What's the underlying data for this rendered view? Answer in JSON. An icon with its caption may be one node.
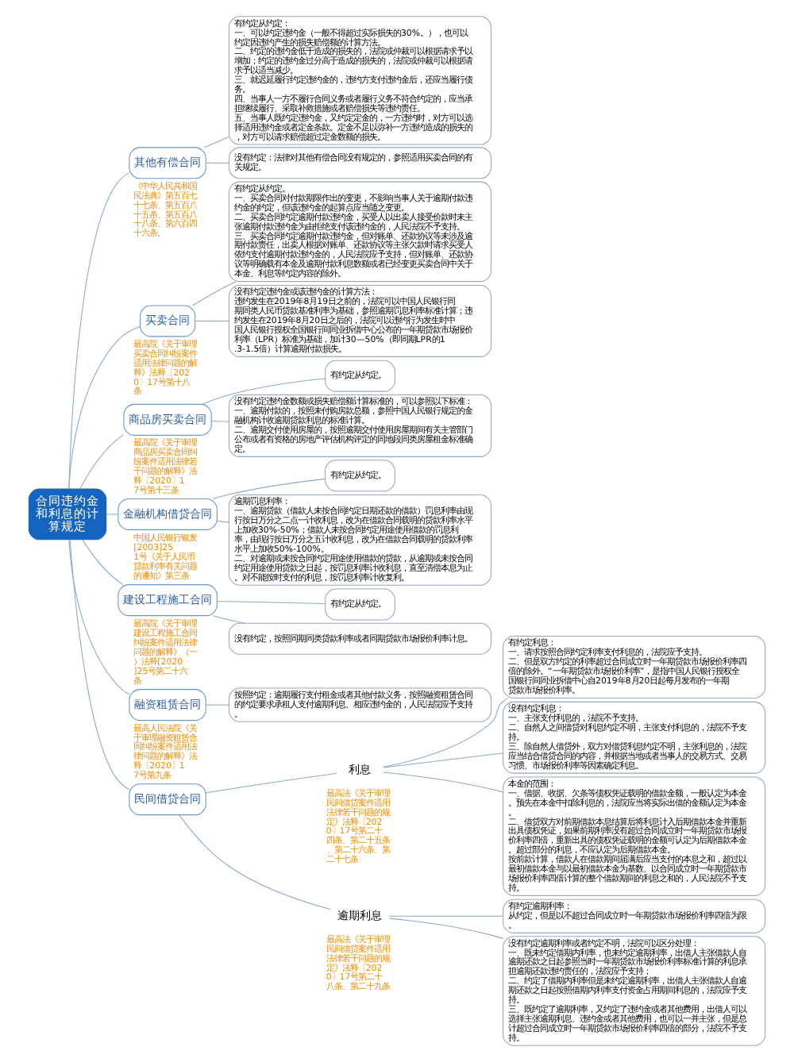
{
  "diagram": {
    "nodes": [
      {
        "text": [
          "合同违约金和利息的计算规定"
        ]
      },
      {
        "text": [
          "其他有偿合同"
        ],
        "beside": [
          "《中华人民共和国民法典》第五百七十七条、第五百八十五条、第五百八十八条、第六百四十六条。"
        ]
      },
      {
        "text": [
          "有约定从约定：",
          "一、可以约定违约金（一般不得超过实际损失的30%。），也可以约定因违约产生的损失赔偿额的计算方法。",
          "二、约定的违约金低于造成的损失的，法院或仲裁可以根据请求予以增加；约定的违约金过分高于造成的损失的，法院或仲裁可以根据请求予以适当减少。",
          "三、就迟延履行约定违约金的，违约方支付违约金后，还应当履行债务。",
          "四、当事人一方不履行合同义务或者履行义务不符合约定的，应当承担继续履行、采取补救措施或者赔偿损失等违约责任。",
          "五、当事人既约定违约金，又约定定金的，一方违约时，对方可以选择适用违约金或者定金条款。定金不足以弥补一方违约造成的损失的，对方可以请求赔偿超过定金数额的损失。"
        ]
      },
      {
        "text": [
          "没有约定：法律对其他有偿合同没有规定的，参照适用买卖合同的有关规定。"
        ]
      },
      {
        "text": [
          "买卖合同"
        ],
        "beside": [
          "最高院《关于审理买卖合同纠纷案件适用法律问题的解释》法释〔2020〕17号第十八条"
        ]
      },
      {
        "text": [
          "有约定从约定。",
          "一、买卖合同对付款期限作出的变更，不影响当事人关于逾期付款违约金的约定，但该违约金的起算点应当随之变更。",
          "二、买卖合同约定逾期付款违约金，买受人以出卖人接受价款时未主张逾期付款违约金为由拒绝支付该违约金的，人民法院不予支持。",
          "三、买卖合同约定逾期付款违约金，但对账单、还款协议等未涉及逾期付款责任，出卖人根据对账单、还款协议等主张欠款时请求买受人依约支付逾期付款违约金的，人民法院应予支持，但对账单、还款协议等明确载有本金及逾期付款利息数额或者已经变更买卖合同中关于本金、利息等约定内容的除外。"
        ]
      },
      {
        "text": [
          "没有约定违约金或该违约金的计算方法：",
          "违约发生在2019年8月19日之前的，法院可以中国人民银行同期同类人民币贷款基准利率为基础，参照逾期罚息利率标准计算；违约发生在2019年8月20日之后的，法院可以违约行为发生时中国人民银行授权全国银行间同业拆借中心公布的一年期贷款市场报价利率（LPR）标准为基础，加计30—50%（即同期LPR的1.3-1.5倍）计算逾期付款损失。"
        ]
      },
      {
        "text": [
          "商品房买卖合同"
        ],
        "beside": [
          "最高院《关于审理商品房买卖合同纠纷案件适用法律若干问题的解释》法释〔2020〕17号第十三条"
        ]
      },
      {
        "text": [
          "有约定从约定。"
        ]
      },
      {
        "text": [
          "没有约定违约金数额或损失赔偿额计算标准的，可以参照以下标准：",
          "一、逾期付款的，按照未付购房款总额，参照中国人民银行规定的金融机构计收逾期贷款利息的标准计算。",
          "二、逾期交付使用房屋的，按照逾期交付使用房屋期间有关主管部门公布或者有资格的房地产评估机构评定的同地段同类房屋租金标准确定。"
        ]
      },
      {
        "text": [
          "金融机构借贷合同"
        ],
        "beside": [
          "中国人民银行银发[2003]251号《关于人民币贷款利率有关问题的通知》第三条"
        ]
      },
      {
        "text": [
          "有约定从约定。"
        ]
      },
      {
        "text": [
          "逾期罚息利率：",
          "一、逾期贷款（借款人未按合同约定日期还款的借款）罚息利率由现行按日万分之二点一计收利息，改为在借款合同载明的贷款利率水平上加收30%-50%；借款人未按合同约定用途使用借款的罚息利率，由现行按日万分之五计收利息，改为在借款合同载明的贷款利率水平上加收50%-100%。",
          "二、对逾期或未按合同约定用途使用借款的贷款，从逾期或未按合同约定用途使用贷款之日起，按罚息利率计收利息，直至清偿本息为止。对不能按时支付的利息，按罚息利率计收复利。"
        ]
      },
      {
        "text": [
          "建设工程施工合同"
        ],
        "beside": [
          "最高院《关于审理建设工程施工合同纠纷案件适用法律问题的解释》（一）法释[2020]25号第二十六条"
        ]
      },
      {
        "text": [
          "有约定从约定。"
        ]
      },
      {
        "text": [
          "没有约定，按照同期同类贷款利率或者同期贷款市场报价利率计息。"
        ]
      },
      {
        "text": [
          "融资租赁合同"
        ],
        "beside": [
          "最高人民法院《关于审理融资租赁合同纠纷案件适用法律问题的解释》法释〔2020〕17号第九条"
        ]
      },
      {
        "text": [
          "按照约定：逾期履行支付租金或者其他付款义务，按照融资租赁合同的约定要求承租人支付逾期利息、相应违约金的，人民法院应予支持。"
        ]
      },
      {
        "text": [
          "民间借贷合同"
        ]
      },
      {
        "text": [
          "利息"
        ],
        "beside": [
          "最高法《关于审理民间借贷案件适用法律若干问题的规定》法释〔2020〕17号第二十四条、第二十五条、第二十六条、第二十七条"
        ]
      },
      {
        "text": [
          "有约定利息：",
          "一、请求按照合同约定利率支付利息的，法院应予支持。",
          "二、但是双方约定的利率超过合同成立时一年期贷款市场报价利率四倍的除外。“一年期贷款市场报价利率”，是指中国人民银行授权全国银行间同业拆借中心自2019年8月20日起每月发布的一年期贷款市场报价利率。"
        ]
      },
      {
        "text": [
          "没有约定利息：",
          "一、主张支付利息的，法院不予支持。",
          "二、自然人之间借贷对利息约定不明，主张支付利息的，法院不予支持。",
          "三、除自然人借贷外，双方对借贷利息约定不明，主张利息的，法院应当结合借贷合同的内容，并根据当地或者当事人的交易方式、交易习惯、市场报价利率等因素确定利息。"
        ]
      },
      {
        "text": [
          "本金的范围：",
          "一、借据、收据、欠条等债权凭证载明的借款金额，一般认定为本金。预先在本金中扣除利息的，法院应当将实际出借的金额认定为本金。",
          "二、借贷双方对前期借款本息结算后将利息计入后期借款本金并重新出具债权凭证，如果前期利率没有超过合同成立时一年期贷款市场报价利率四倍，重新出具的债权凭证载明的金额可认定为后期借款本金。超过部分的利息，不应认定为后期借款本金。",
          "按前款计算，借款人在借款期间届满后应当支付的本息之和，超过以最初借款本金与以最初借款本金为基数、以合同成立时一年期贷款市场报价利率四倍计算的整个借款期间的利息之和的，人民法院不予支持。"
        ]
      },
      {
        "text": [
          "逾期利息"
        ],
        "beside": [
          "最高法《关于审理民间借贷案件适用法律若干问题的规定》法释〔2020〕17号第二十八条、第二十九条"
        ]
      },
      {
        "text": [
          "有约定逾期利率：",
          "从约定，但是以不超过合同成立时一年期贷款市场报价利率四倍为限。"
        ]
      },
      {
        "text": [
          "没有约定逾期利率或者约定不明，法院可以区分处理：",
          "一、既未约定借期内利率，也未约定逾期利率，出借人主张借款人自逾期还款之日起参照当时一年期贷款市场报价利率标准计算的利息承担逾期还款违约责任的，法院应予支持；",
          "二、约定了借期内利率但是未约定逾期利率，出借人主张借款人自逾期还款之日起按照借期内利率支付资金占用期间利息的，法院应予支持。",
          "三、既约定了逾期利率，又约定了违约金或者其他费用，出借人可以选择主张逾期利息、违约金或者其他费用，也可以一并主张，但是总计超过合同成立时一年期贷款市场报价利率四倍的部分，法院不予支持。"
        ]
      }
    ],
    "edges": [
      {
        "from": 0,
        "to": 1,
        "arrow": "none"
      },
      {
        "from": 1,
        "to": 2,
        "arrow": "none"
      },
      {
        "from": 1,
        "to": 3,
        "arrow": "none"
      },
      {
        "from": 0,
        "to": 4,
        "arrow": "none"
      },
      {
        "from": 4,
        "to": 5,
        "arrow": "none"
      },
      {
        "from": 4,
        "to": 6,
        "arrow": "none"
      },
      {
        "from": 0,
        "to": 7,
        "arrow": "none"
      },
      {
        "from": 7,
        "to": 8,
        "arrow": "none"
      },
      {
        "from": 7,
        "to": 9,
        "arrow": "none"
      },
      {
        "from": 0,
        "to": 10,
        "arrow": "none"
      },
      {
        "from": 10,
        "to": 11,
        "arrow": "none"
      },
      {
        "from": 10,
        "to": 12,
        "arrow": "none"
      },
      {
        "from": 0,
        "to": 13,
        "arrow": "none"
      },
      {
        "from": 13,
        "to": 14,
        "arrow": "none"
      },
      {
        "from": 13,
        "to": 15,
        "arrow": "none"
      },
      {
        "from": 0,
        "to": 16,
        "arrow": "none"
      },
      {
        "from": 16,
        "to": 17,
        "arrow": "none"
      },
      {
        "from": 0,
        "to": 18,
        "arrow": "none"
      },
      {
        "from": 18,
        "to": 19,
        "arrow": "none"
      },
      {
        "from": 19,
        "to": 20,
        "arrow": "none"
      },
      {
        "from": 19,
        "to": 21,
        "arrow": "none"
      },
      {
        "from": 19,
        "to": 22,
        "arrow": "none"
      },
      {
        "from": 18,
        "to": 23,
        "arrow": "none"
      },
      {
        "from": 23,
        "to": 24,
        "arrow": "none"
      },
      {
        "from": 23,
        "to": 25,
        "arrow": "none"
      }
    ]
  }
}
